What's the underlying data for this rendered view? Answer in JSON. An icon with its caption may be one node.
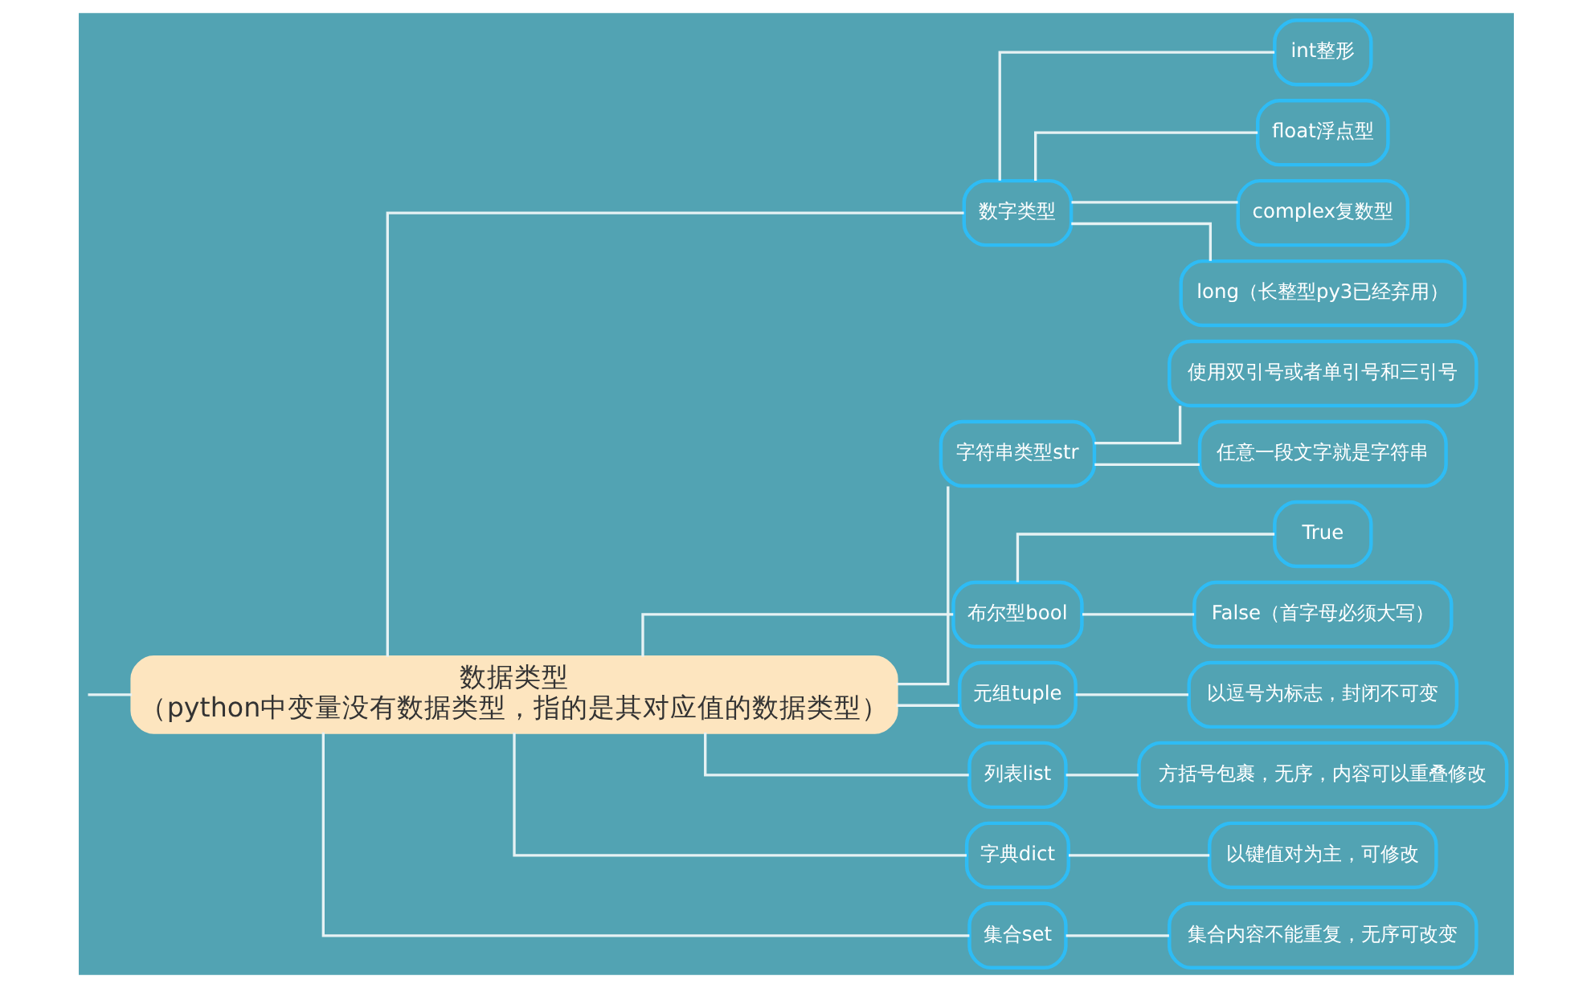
{
  "diagram": {
    "nodes": [
      {
        "text": [
          "数据类型",
          "（python中变量没有数据类型，指的是其对应值的数据类型）"
        ]
      },
      {
        "text": [
          "数字类型"
        ]
      },
      {
        "text": [
          "int整形"
        ]
      },
      {
        "text": [
          "float浮点型"
        ]
      },
      {
        "text": [
          "complex复数型"
        ]
      },
      {
        "text": [
          "long（长整型py3已经弃用）"
        ]
      },
      {
        "text": [
          "字符串类型str"
        ]
      },
      {
        "text": [
          "使用双引号或者单引号和三引号"
        ]
      },
      {
        "text": [
          "任意一段文字就是字符串"
        ]
      },
      {
        "text": [
          "布尔型bool"
        ]
      },
      {
        "text": [
          "True"
        ]
      },
      {
        "text": [
          "False（首字母必须大写）"
        ]
      },
      {
        "text": [
          "元组tuple"
        ]
      },
      {
        "text": [
          "以逗号为标志，封闭不可变"
        ]
      },
      {
        "text": [
          "列表list"
        ]
      },
      {
        "text": [
          "方括号包裹，无序，内容可以重叠修改"
        ]
      },
      {
        "text": [
          "字典dict"
        ]
      },
      {
        "text": [
          "以键值对为主，可修改"
        ]
      },
      {
        "text": [
          "集合set"
        ]
      },
      {
        "text": [
          "集合内容不能重复，无序可改变"
        ]
      }
    ],
    "edges": [
      {
        "from": null,
        "to": 0,
        "arrow": "none"
      },
      {
        "from": 0,
        "to": 1,
        "arrow": "none"
      },
      {
        "from": 1,
        "to": 2,
        "arrow": "none"
      },
      {
        "from": 1,
        "to": 3,
        "arrow": "none"
      },
      {
        "from": 1,
        "to": 4,
        "arrow": "none"
      },
      {
        "from": 1,
        "to": 5,
        "arrow": "none"
      },
      {
        "from": 0,
        "to": 6,
        "arrow": "none"
      },
      {
        "from": 6,
        "to": 7,
        "arrow": "none"
      },
      {
        "from": 6,
        "to": 8,
        "arrow": "none"
      },
      {
        "from": 0,
        "to": 9,
        "arrow": "none"
      },
      {
        "from": 9,
        "to": 10,
        "arrow": "none"
      },
      {
        "from": 9,
        "to": 11,
        "arrow": "none"
      },
      {
        "from": 0,
        "to": 12,
        "arrow": "none"
      },
      {
        "from": 12,
        "to": 13,
        "arrow": "none"
      },
      {
        "from": 0,
        "to": 14,
        "arrow": "none"
      },
      {
        "from": 14,
        "to": 15,
        "arrow": "none"
      },
      {
        "from": 0,
        "to": 16,
        "arrow": "none"
      },
      {
        "from": 16,
        "to": 17,
        "arrow": "none"
      },
      {
        "from": 0,
        "to": 18,
        "arrow": "none"
      },
      {
        "from": 18,
        "to": 19,
        "arrow": "none"
      }
    ]
  }
}
